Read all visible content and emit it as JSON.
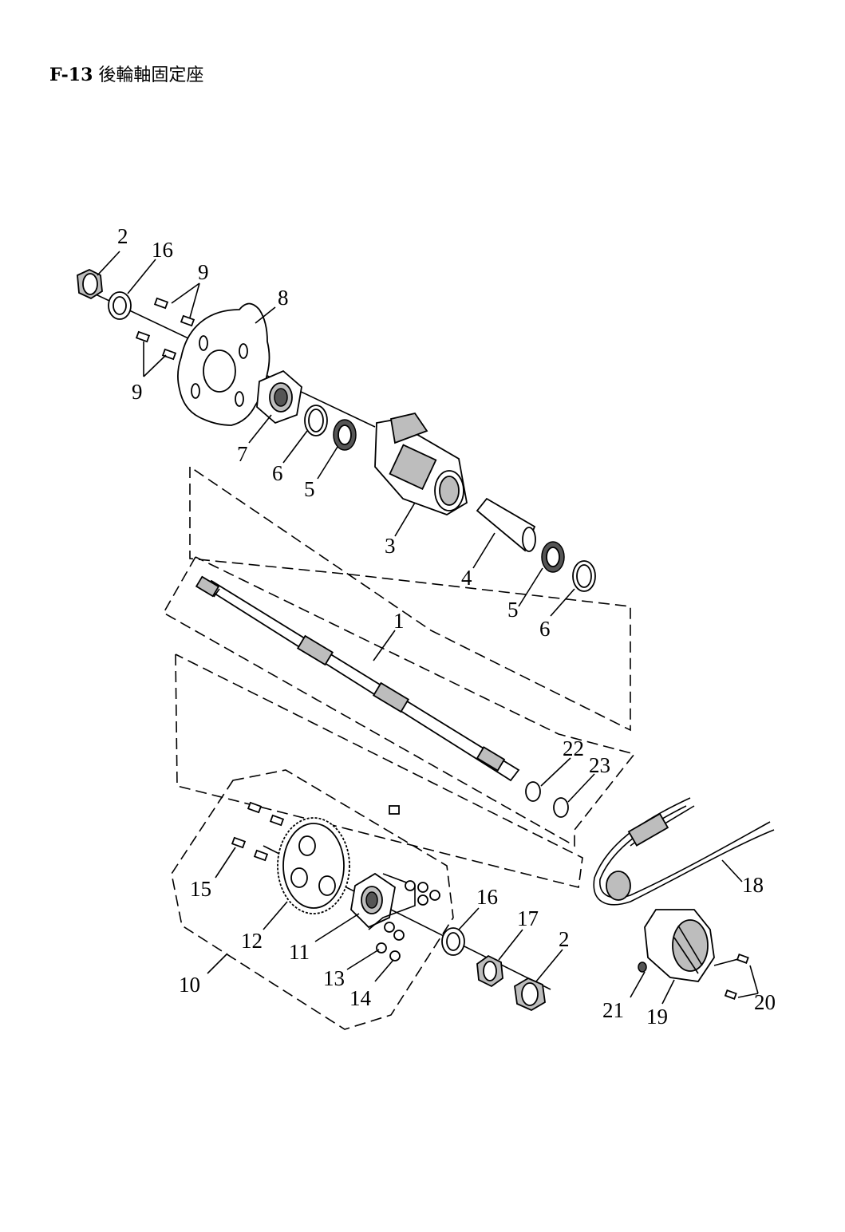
{
  "title": {
    "code": "F-13",
    "text": "後輪軸固定座"
  },
  "callouts": {
    "c1": "1",
    "c2a": "2",
    "c2b": "2",
    "c3": "3",
    "c4": "4",
    "c5a": "5",
    "c5b": "5",
    "c6a": "6",
    "c6b": "6",
    "c7": "7",
    "c8": "8",
    "c9a": "9",
    "c9b": "9",
    "c10": "10",
    "c11": "11",
    "c12": "12",
    "c13": "13",
    "c14": "14",
    "c15": "15",
    "c16a": "16",
    "c16b": "16",
    "c17": "17",
    "c18": "18",
    "c19": "19",
    "c20": "20",
    "c21": "21",
    "c22": "22",
    "c23": "23"
  }
}
